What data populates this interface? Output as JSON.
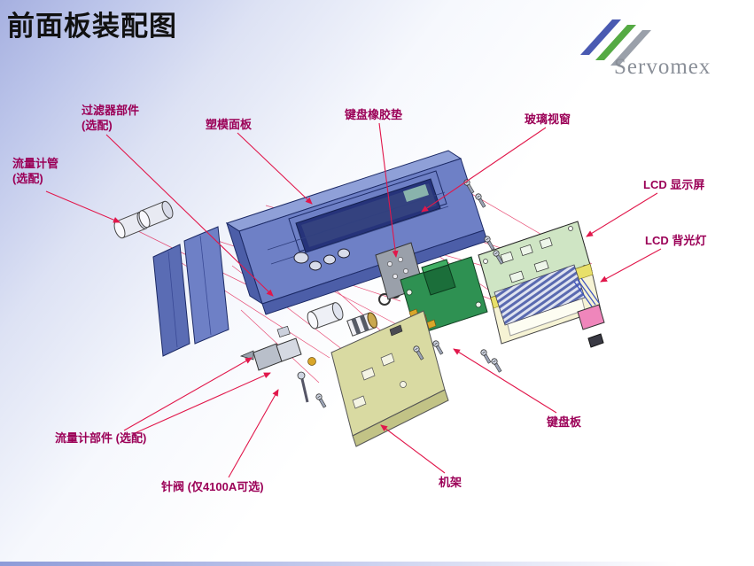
{
  "title": "前面板装配图",
  "logo": {
    "text": "Servomex"
  },
  "colors": {
    "label_text": "#9b0057",
    "leader_line": "#e1174b",
    "panel_blue": "#6e80c6",
    "pcb_green": "#2e9152",
    "lcd_green": "#cfe5c4",
    "chassis_tan": "#d9daa2",
    "logo_blue": "#4a5ab2",
    "logo_green": "#55aa44",
    "logo_gray": "#9aa0aa"
  },
  "labels": {
    "filter": {
      "line1": "过滤器部件",
      "line2": "(选配)"
    },
    "panel": {
      "line1": "塑模面板"
    },
    "keypad_rubber": {
      "line1": "键盘橡胶垫"
    },
    "glass": {
      "line1": "玻璃视窗"
    },
    "flow_tube": {
      "line1": "流量计管",
      "line2": "(选配)"
    },
    "lcd": {
      "line1": "LCD 显示屏"
    },
    "backlight": {
      "line1": "LCD  背光灯"
    },
    "flow_parts": {
      "line1": "流量计部件 (选配)"
    },
    "valve": {
      "line1": "针阀 (仅4100A可选)"
    },
    "keypad_board": {
      "line1": "键盘板"
    },
    "chassis": {
      "line1": "机架"
    }
  }
}
